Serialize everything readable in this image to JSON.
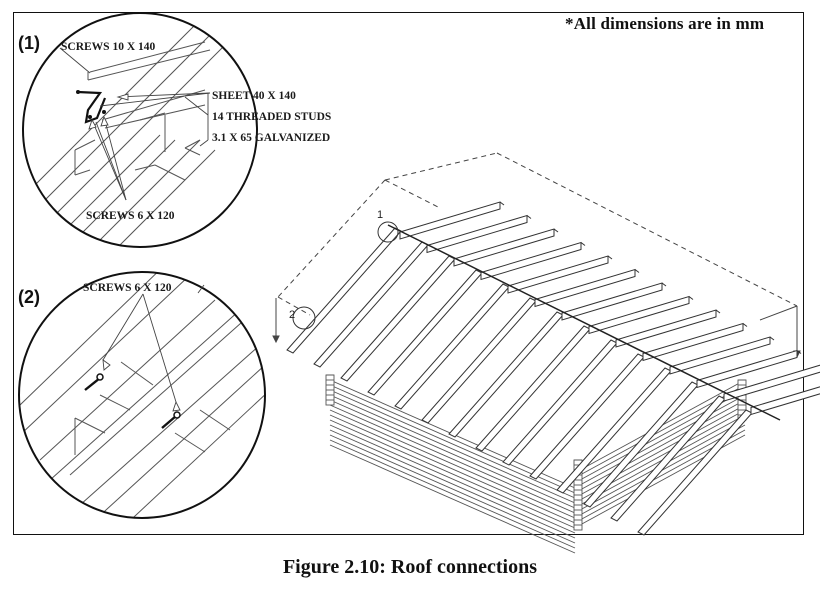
{
  "figure": {
    "caption": "Figure 2.10: Roof connections",
    "note": "*All dimensions are in mm"
  },
  "detail_1": {
    "number": "(1)",
    "labels": {
      "screws_top": "SCREWS 10 X 140",
      "sheet": "SHEET 40 X 140",
      "studs": "14 THREADED STUDS",
      "galvanized": "3.1 X 65 GALVANIZED",
      "screws_bottom": "SCREWS 6 X 120"
    }
  },
  "detail_2": {
    "number": "(2)",
    "labels": {
      "screws": "SCREWS 6 X 120"
    }
  },
  "main_drawing": {
    "callout_1": "1",
    "callout_2": "2"
  }
}
